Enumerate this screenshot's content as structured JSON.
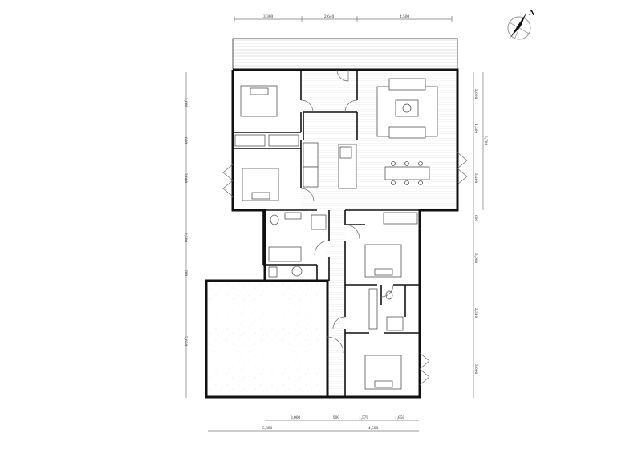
{
  "compass": {
    "label": "N",
    "icon": "north-arrow-icon"
  },
  "dimensions": {
    "top": [
      "3,300",
      "2,640",
      "4,500"
    ],
    "left": [
      "3,000",
      "600",
      "3,000",
      "2,500",
      "700",
      "5,650"
    ],
    "right": [
      "2,000",
      "1,300",
      "3,400",
      "600",
      "3,000",
      "2,310",
      "3,000"
    ],
    "right_overall": "6,700",
    "bottom_inner": [
      "3,000",
      "900",
      "1,570",
      "1,850"
    ],
    "bottom_outer": [
      "5,800",
      "4,500"
    ]
  },
  "colors": {
    "walls": "#111111",
    "dimension_lines": "#777777",
    "deck_hatch": "#cccccc",
    "garage_speckle": "#bbbbbb"
  }
}
